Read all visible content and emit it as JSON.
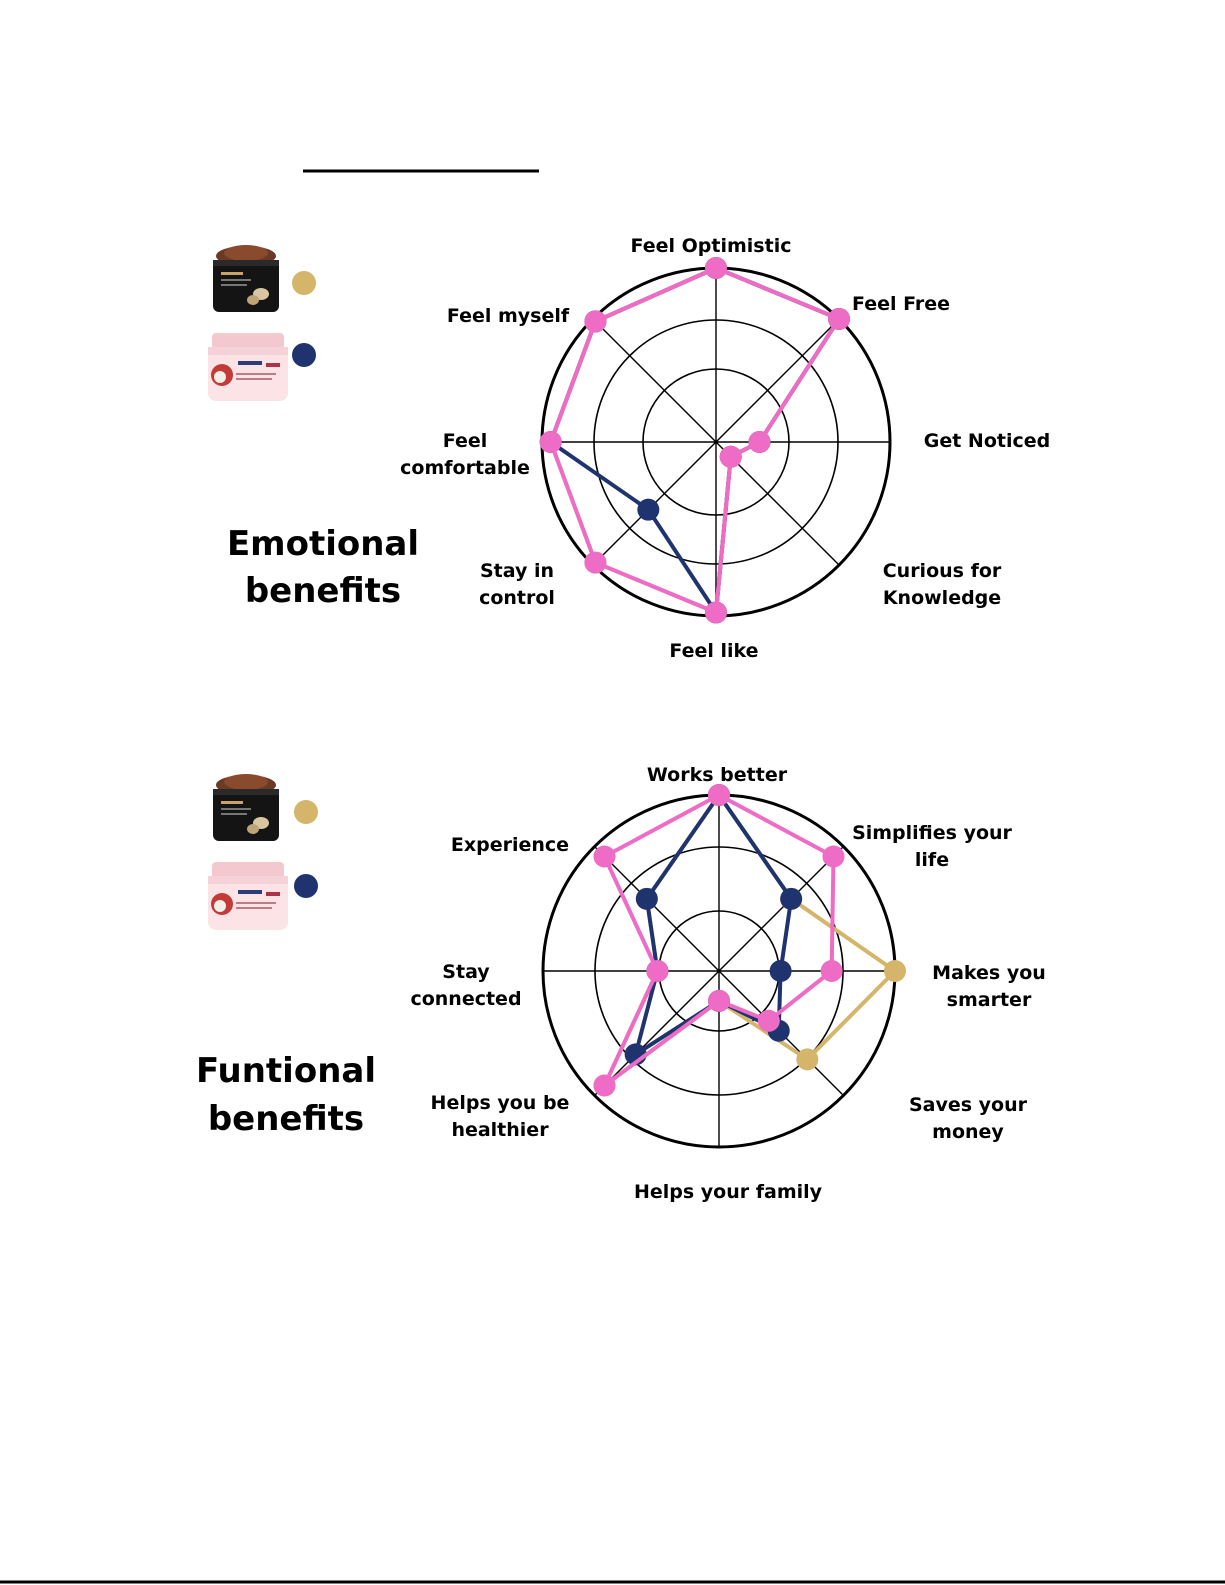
{
  "colors": {
    "pink": "#ee6cc6",
    "gold": "#d4b56a",
    "navy": "#1f336e",
    "grid": "#000000"
  },
  "legend": {
    "items": [
      {
        "product_icon": "cocoon-scrub-jar-image",
        "color": "#d4b56a"
      },
      {
        "product_icon": "dove-scrub-jar-image",
        "color": "#1f336e"
      }
    ]
  },
  "charts": {
    "emotional": {
      "section_title": [
        "Emotional",
        "benefits"
      ]
    },
    "functional": {
      "section_title": [
        "Funtional",
        "benefits"
      ]
    }
  },
  "chart_data": [
    {
      "type": "radar",
      "title": "Emotional benefits",
      "scale_rings": 3,
      "axes": [
        [
          "Feel Optimistic"
        ],
        [
          "Feel Free"
        ],
        [
          "Get Noticed"
        ],
        [
          "Curious for",
          "Knowledge"
        ],
        [
          "Feel like"
        ],
        [
          "Stay in",
          "control"
        ],
        [
          "Feel",
          "comfortable"
        ],
        [
          "Feel myself"
        ]
      ],
      "series": [
        {
          "color": "#d4b56a",
          "values": [
            1.0,
            1.0,
            0.25,
            0.12,
            0.98,
            0.98,
            0.95,
            0.98
          ]
        },
        {
          "color": "#1f336e",
          "values": [
            1.0,
            1.0,
            0.25,
            0.12,
            0.98,
            0.55,
            0.95,
            0.98
          ]
        },
        {
          "color": "#ee6cc6",
          "values": [
            1.0,
            1.0,
            0.25,
            0.12,
            0.98,
            0.98,
            0.95,
            0.98
          ]
        }
      ]
    },
    {
      "type": "radar",
      "title": "Funtional benefits",
      "scale_rings": 3,
      "axes": [
        [
          "Works better"
        ],
        [
          "Simplifies your",
          "life"
        ],
        [
          "Makes you",
          "smarter"
        ],
        [
          "Saves your",
          "money"
        ],
        [
          "Helps your family"
        ],
        [
          "Helps you be",
          "healthier"
        ],
        [
          "Stay",
          "connected"
        ],
        [
          "Experience"
        ]
      ],
      "series": [
        {
          "color": "#d4b56a",
          "values": [
            1.0,
            0.58,
            1.0,
            0.71,
            0.17,
            0.92,
            0.35,
            0.58
          ]
        },
        {
          "color": "#1f336e",
          "values": [
            1.0,
            0.58,
            0.35,
            0.48,
            0.17,
            0.67,
            0.35,
            0.58
          ]
        },
        {
          "color": "#ee6cc6",
          "values": [
            1.0,
            0.92,
            0.64,
            0.4,
            0.17,
            0.92,
            0.35,
            0.92
          ]
        }
      ]
    }
  ]
}
